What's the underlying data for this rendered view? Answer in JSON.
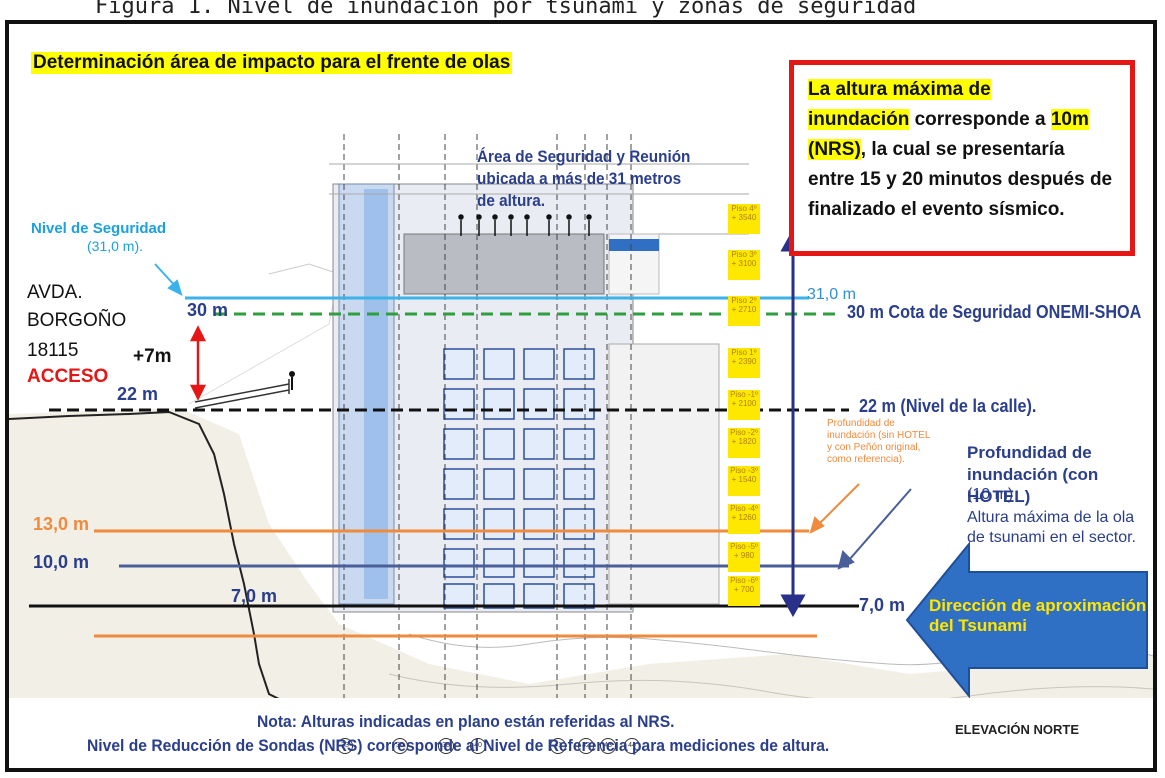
{
  "caption": "Figura 1. Nivel de inundación por tsunami y zonas de seguridad",
  "title": "Determinación área de impacto para el frente de olas",
  "note_box": {
    "part1": "La altura máxima de",
    "part2": "inundación",
    "part3": " corresponde a ",
    "part4": "10m",
    "part5": "(NRS)",
    "part6": ", la cual se presentaría entre 15 y 20 minutos después de finalizado el evento sísmico."
  },
  "labels": {
    "safety_area": "Área de Seguridad y Reunión ubicada a más de 31 metros de altura.",
    "nivel_seguridad": "Nivel de Seguridad",
    "nivel_seguridad_val": "(31,0 m).",
    "address_line1": "AVDA.",
    "address_line2": "BORGOÑO",
    "address_line3": "18115",
    "acceso": "ACCESO",
    "plus7": "+7m",
    "left_30": "30 m",
    "left_22": "22 m",
    "left_13": "13,0 m",
    "left_10": "10,0 m",
    "left_7": "7,0 m",
    "right_31": "31,0 m",
    "right_30": "30 m Cota de Seguridad ONEMI-SHOA",
    "right_22": "22 m (Nivel de la calle).",
    "right_7": "7,0 m",
    "profundidad_sin_hotel": "Profundidad de inundación (sin HOTEL y con Peñón original, como referencia).",
    "profundidad_con_hotel": "Profundidad de inundación (con HOTEL)",
    "profundidad_val": "(10 m)",
    "altura_maxima": "Altura máxima de la ola de tsunami en el sector.",
    "direccion": "Dirección de aproximación del Tsunami",
    "nota1": "Nota: Alturas indicadas en plano están referidas al NRS.",
    "nota2": "Nivel de Reducción de Sondas (NRS) corresponde al Nivel de Referencia para mediciones de altura.",
    "elevacion": "ELEVACIÓN NORTE"
  },
  "floors": [
    {
      "name": "Piso 4º",
      "level": "+ 3540"
    },
    {
      "name": "Piso 3º",
      "level": "+ 3100"
    },
    {
      "name": "Piso 2º",
      "level": "+ 2710"
    },
    {
      "name": "Piso 1º",
      "level": "+ 2390"
    },
    {
      "name": "Piso -1º",
      "level": "+ 2100"
    },
    {
      "name": "Piso -2º",
      "level": "+ 1820"
    },
    {
      "name": "Piso -3º",
      "level": "+ 1540"
    },
    {
      "name": "Piso -4º",
      "level": "+ 1260"
    },
    {
      "name": "Piso -5º",
      "level": "+ 980"
    },
    {
      "name": "Piso -6º",
      "level": "+ 700"
    }
  ],
  "axes": [
    "33",
    "36",
    "38",
    "40",
    "41",
    "42",
    "43",
    "44"
  ],
  "colors": {
    "safety_line": "#3bb3e8",
    "onemi_line": "#2e9e3e",
    "street_line": "#111111",
    "flood_13": "#f08a3c",
    "flood_10": "#4a5f9a",
    "base_7": "#111111",
    "arrow_blue": "#2f6fc4",
    "accent_red": "#e51616",
    "text_blue": "#2a3e8c"
  }
}
